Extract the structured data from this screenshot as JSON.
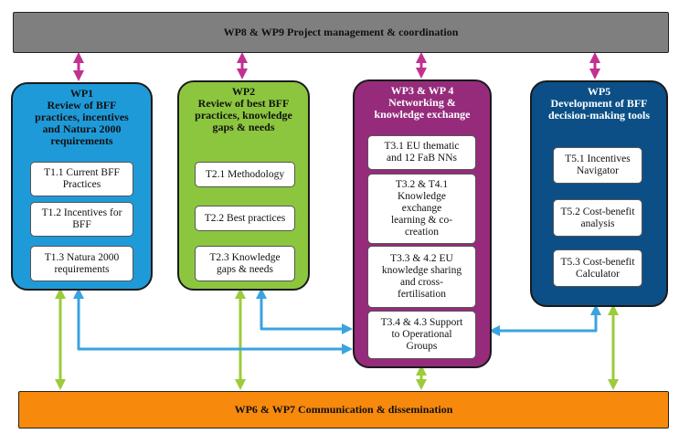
{
  "top_bar": {
    "label": "WP8 & WP9 Project management & coordination",
    "color": "#7f7f7f"
  },
  "bottom_bar": {
    "label": "WP6 & WP7 Communication & dissemination",
    "color": "#f7890d"
  },
  "wp1": {
    "title": "WP1\nReview of BFF\npractices, incentives\nand Natura 2000\nrequirements",
    "color": "#1f9ad9",
    "tasks": [
      "T1.1 Current BFF\nPractices",
      "T1.2 Incentives for\nBFF",
      "T1.3 Natura 2000\nrequirements"
    ]
  },
  "wp2": {
    "title": "WP2\nReview of best BFF\npractices, knowledge\ngaps & needs",
    "color": "#8cc63f",
    "tasks": [
      "T2.1 Methodology",
      "T2.2 Best practices",
      "T2.3 Knowledge\ngaps & needs"
    ]
  },
  "wp3": {
    "title": "WP3 & WP 4\nNetworking &\nknowledge exchange",
    "color": "#962b7c",
    "tasks": [
      "T3.1 EU thematic\nand 12 FaB NNs",
      "T3.2 & T4.1\nKnowledge\nexchange\nlearning & co-\ncreation",
      "T3.3 & 4.2 EU\nknowledge sharing\nand cross-\nfertilisation",
      "T3.4 & 4.3 Support\nto Operational\nGroups"
    ]
  },
  "wp5": {
    "title": "WP5\nDevelopment of BFF\ndecision-making tools",
    "color": "#0b4f86",
    "tasks": [
      "T5.1 Incentives\nNavigator",
      "T5.2 Cost-benefit\nanalysis",
      "T5.3 Cost-benefit\nCalculator"
    ]
  },
  "arrow_colors": {
    "management": "#c2318f",
    "communication": "#9ccb3b",
    "exchange": "#3aa3e0"
  }
}
